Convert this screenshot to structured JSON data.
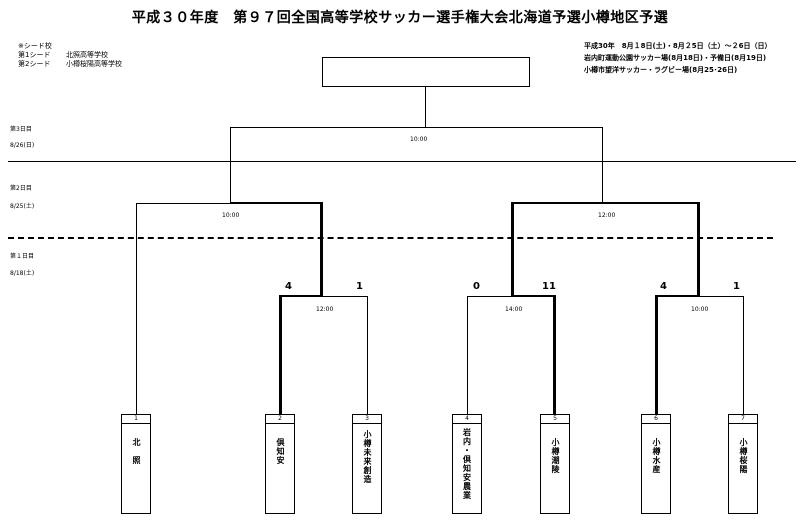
{
  "title": "平成３０年度　第９７回全国高等学校サッカー選手権大会北海道予選小樽地区予選",
  "seeds": {
    "heading": "※シード校",
    "items": [
      {
        "seed": "第1シード",
        "school": "北照高等学校"
      },
      {
        "seed": "第2シード",
        "school": "小樽桜陽高等学校"
      }
    ]
  },
  "info": {
    "line1": "平成30年　8月１8日(土)・8月２5日（土）～２6日（日）",
    "line2": "岩内町運動公園サッカー場(8月18日)・予備日(8月19日)",
    "line3": "小樽市望洋サッカー・ラグビー場(8月25･26日)"
  },
  "stages": {
    "day3": "第3日目",
    "day3_date": "8/26(日)",
    "day2": "第2日目",
    "day2_date": "8/25(土)",
    "day1": "第１日目",
    "day1_date": "8/18(土)"
  },
  "times": {
    "final": "10:00",
    "semi_left": "10:00",
    "semi_right": "12:00",
    "r1_a": "12:00",
    "r1_b": "14:00",
    "r1_c": "10:00"
  },
  "scores": {
    "r1a_left": "4",
    "r1a_right": "1",
    "r1b_left": "0",
    "r1b_right": "11",
    "r1c_left": "4",
    "r1c_right": "1"
  },
  "teams": [
    {
      "num": "1",
      "name": "北　照"
    },
    {
      "num": "2",
      "name": "倶知安"
    },
    {
      "num": "3",
      "name": "小樽未来創造"
    },
    {
      "num": "4",
      "name": "岩内・倶知安農業"
    },
    {
      "num": "5",
      "name": "小樽潮陵"
    },
    {
      "num": "6",
      "name": "小樽水産"
    },
    {
      "num": "7",
      "name": "小樽桜陽"
    }
  ]
}
